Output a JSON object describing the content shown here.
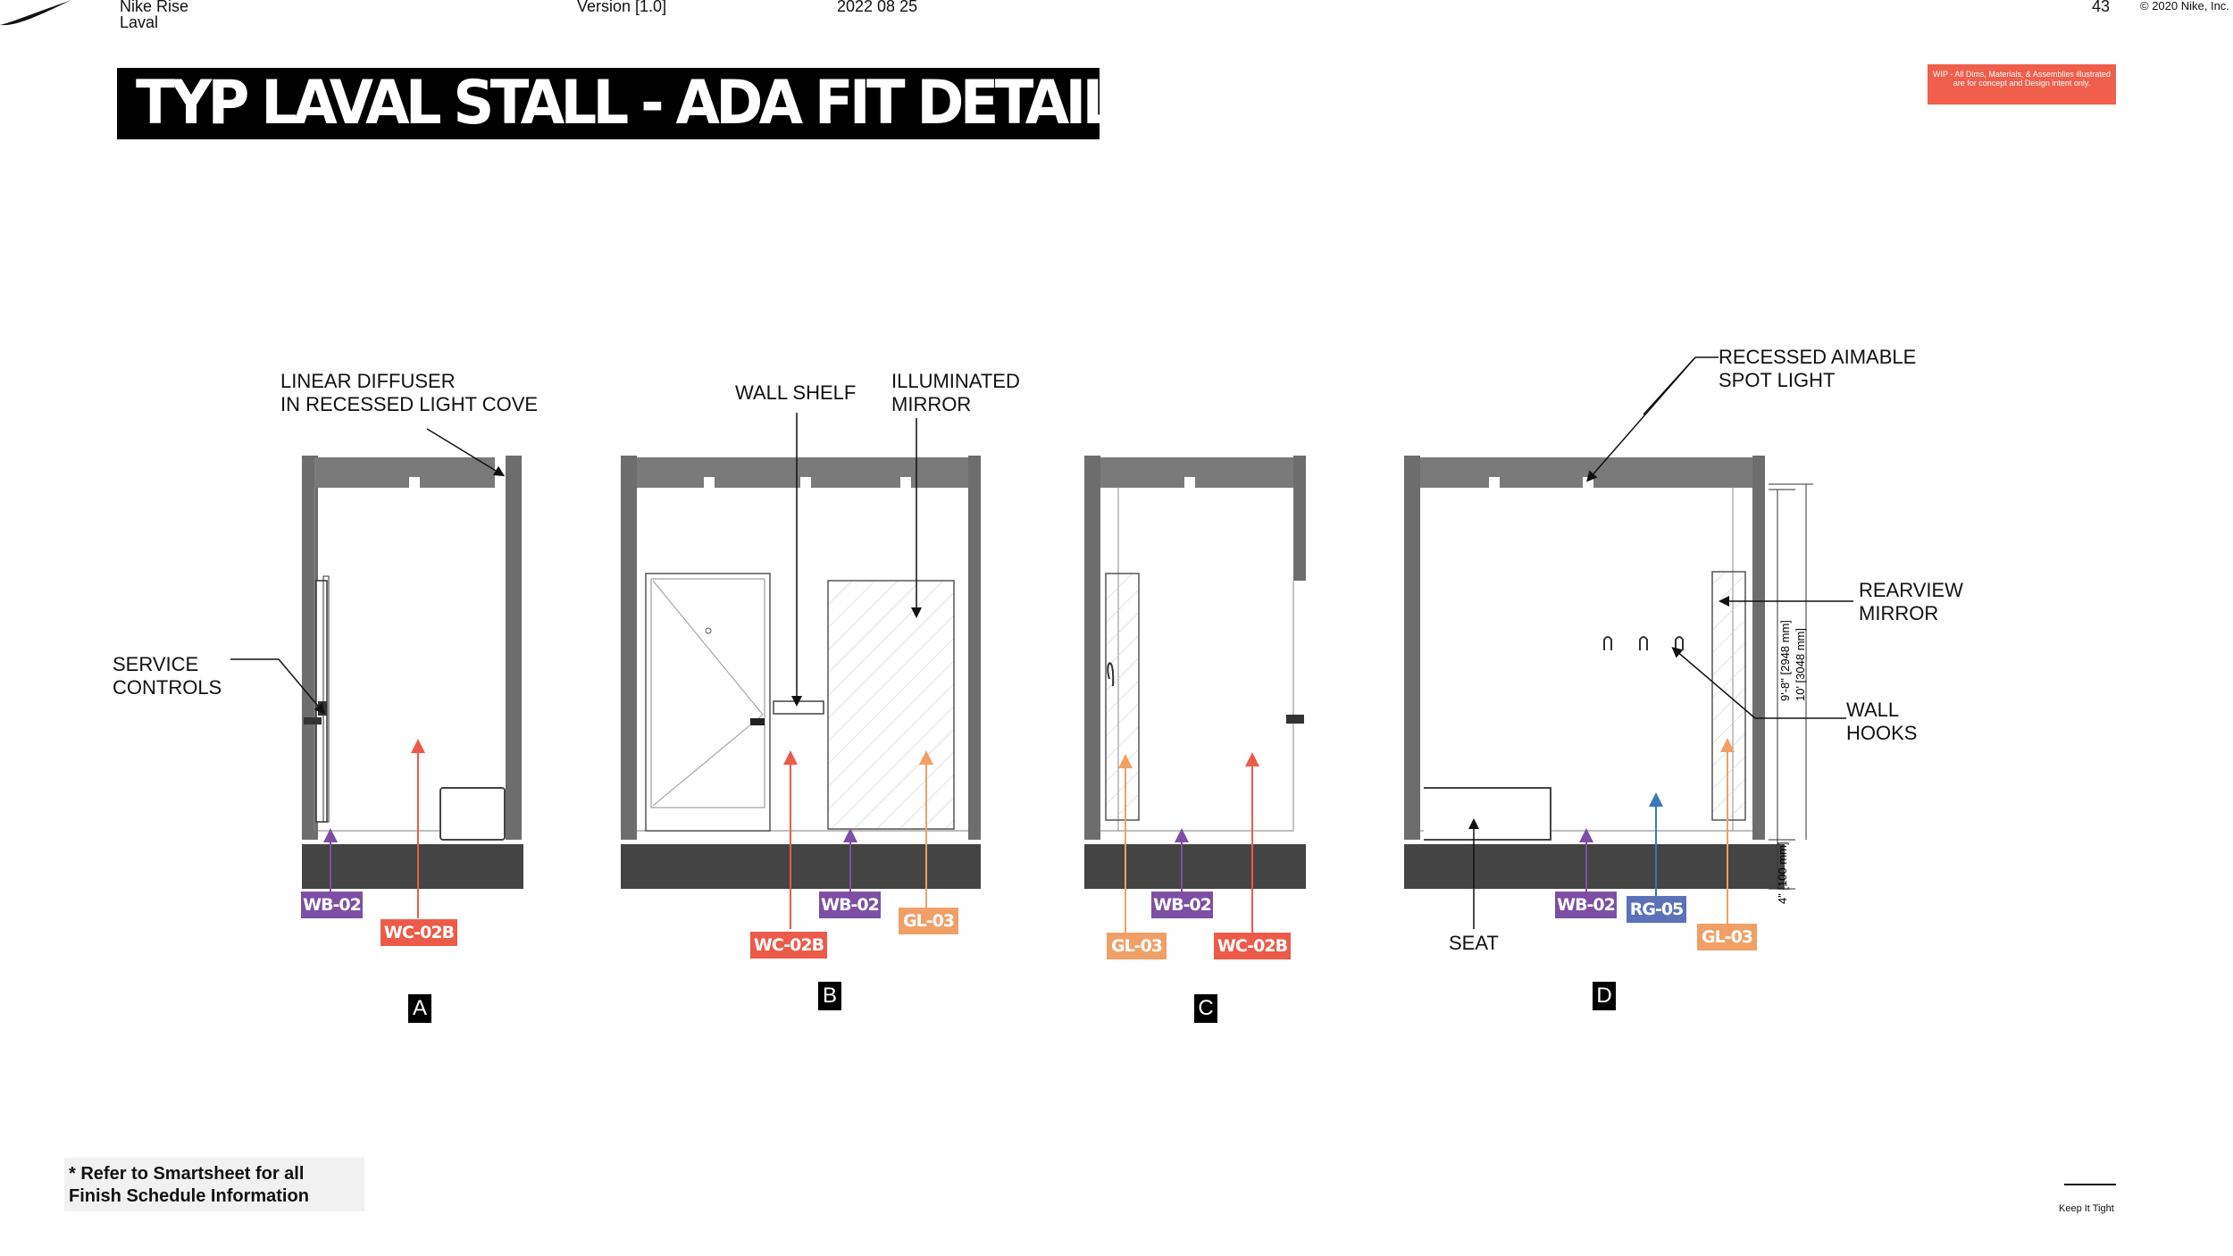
{
  "header": {
    "project_line1": "Nike Rise",
    "project_line2": "Laval",
    "version": "Version [1.0]",
    "date": "2022 08 25",
    "page_number": "43",
    "copyright": "© 2020 Nike, Inc."
  },
  "title": "TYP LAVAL STALL - ADA FIT DETAILS",
  "wip_note": "WIP - All Dims, Materials, & Assemblies illustrated are for concept and Design intent only.",
  "callouts": {
    "linear_diffuser_1": "LINEAR DIFFUSER",
    "linear_diffuser_2": "IN RECESSED LIGHT COVE",
    "service_controls_1": "SERVICE",
    "service_controls_2": "CONTROLS",
    "wall_shelf": "WALL SHELF",
    "illuminated_mirror_1": "ILLUMINATED",
    "illuminated_mirror_2": "MIRROR",
    "recessed_spot_1": "RECESSED AIMABLE",
    "recessed_spot_2": "SPOT LIGHT",
    "rearview_mirror_1": "REARVIEW",
    "rearview_mirror_2": "MIRROR",
    "wall_hooks_1": "WALL",
    "wall_hooks_2": "HOOKS",
    "seat": "SEAT"
  },
  "dimensions": {
    "dim_1": "9'-8\" [2948 mm]",
    "dim_2": "10' [3048 mm]",
    "dim_3": "4\" [100 mm]"
  },
  "tag_colors": {
    "WB": "#7d4fa3",
    "WC": "#ec5b4a",
    "GL": "#f0a066",
    "RG": "#5b72b8"
  },
  "tags": {
    "a_wb": "WB-02",
    "a_wc": "WC-02B",
    "b_wc": "WC-02B",
    "b_wb": "WB-02",
    "b_gl": "GL-03",
    "c_gl": "GL-03",
    "c_wb": "WB-02",
    "c_wc": "WC-02B",
    "d_wb": "WB-02",
    "d_rg": "RG-05",
    "d_gl": "GL-03"
  },
  "view_letters": {
    "a": "A",
    "b": "B",
    "c": "C",
    "d": "D"
  },
  "note": {
    "line1": "* Refer to Smartsheet for all",
    "line2": "Finish Schedule Information"
  },
  "footer": {
    "tagline": "Keep It Tight"
  }
}
